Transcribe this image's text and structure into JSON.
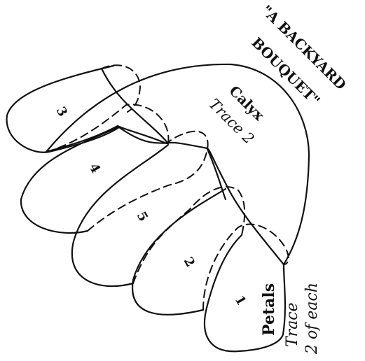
{
  "title": {
    "line1": "\"A BACKYARD",
    "line2": "BOUQUET\""
  },
  "calyx": {
    "label": "Calyx",
    "instruction": "Trace 2"
  },
  "petals": {
    "label": "Petals",
    "instruction_line1": "Trace",
    "instruction_line2": "2 of each"
  },
  "petal_numbers": [
    "1",
    "2",
    "3",
    "4",
    "5"
  ],
  "colors": {
    "ink": "#111111",
    "paper": "#ffffff"
  }
}
